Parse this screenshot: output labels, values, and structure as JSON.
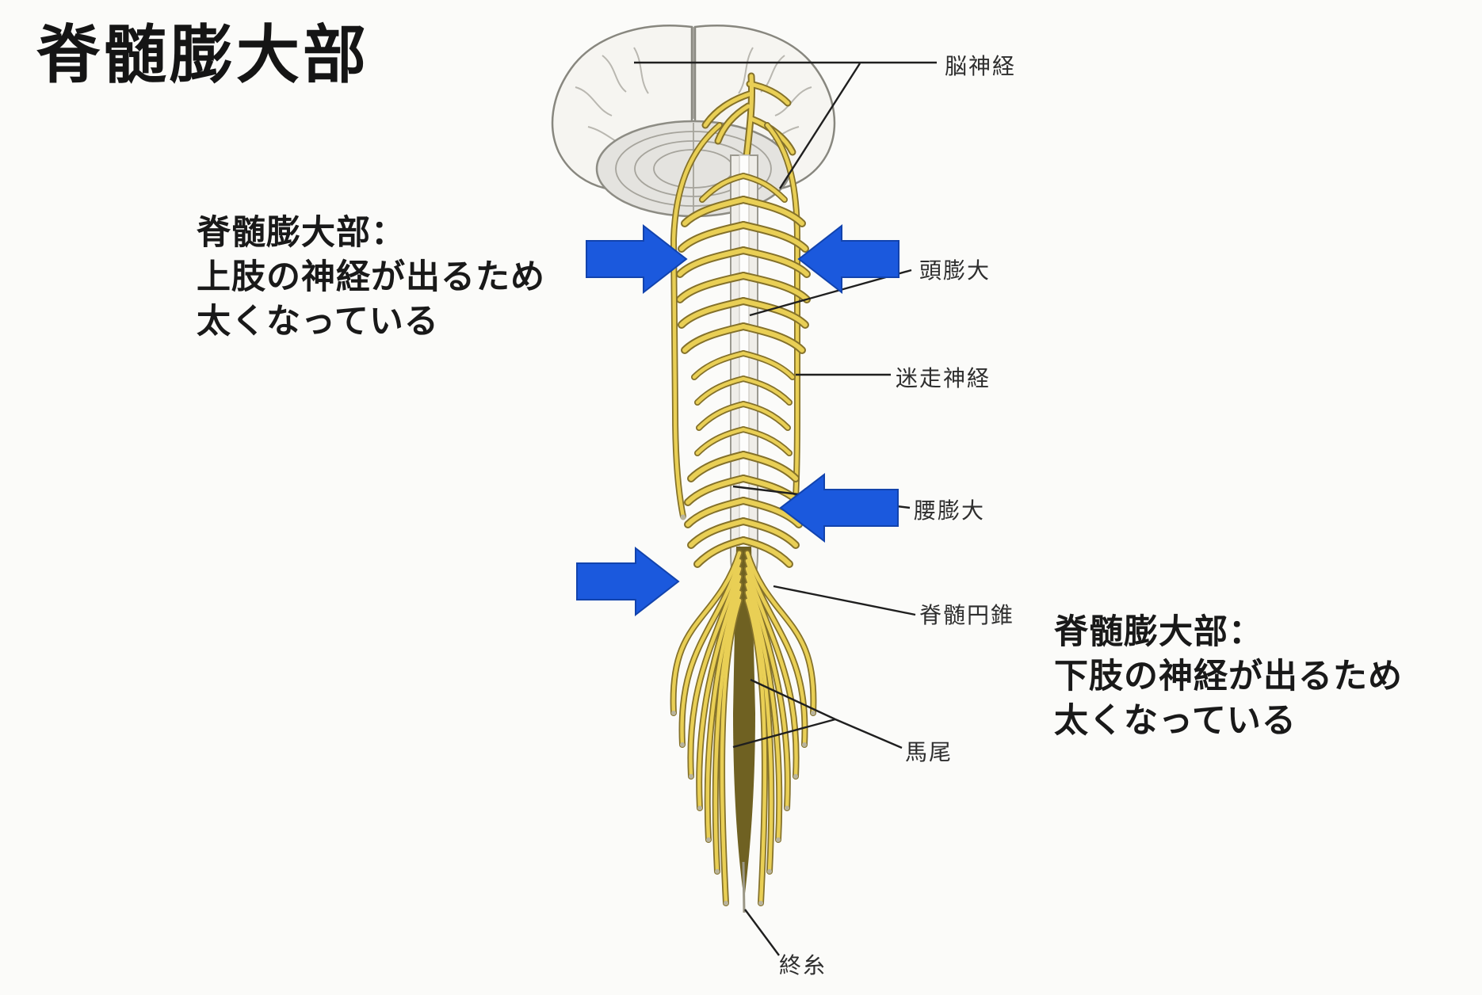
{
  "title": "脊髄膨大部",
  "notes": {
    "left": {
      "lines": [
        "脊髄膨大部：",
        "上肢の神経が出るため",
        "太くなっている"
      ]
    },
    "right": {
      "lines": [
        "脊髄膨大部：",
        "下肢の神経が出るため",
        "太くなっている"
      ]
    }
  },
  "labels": {
    "cranial_nerves": "脳神経",
    "cervical_enlargement": "頭膨大",
    "vagus_nerve": "迷走神経",
    "lumbar_enlargement": "腰膨大",
    "conus_medullaris": "脊髄円錐",
    "cauda_equina": "馬尾",
    "filum_terminale": "終糸"
  },
  "arrows": [
    {
      "name": "cervical-left",
      "direction": "right",
      "points_at": "頭膨大"
    },
    {
      "name": "cervical-right",
      "direction": "left",
      "points_at": "頭膨大"
    },
    {
      "name": "lumbar-right",
      "direction": "left",
      "points_at": "腰膨大"
    },
    {
      "name": "conus-left",
      "direction": "right",
      "points_at": "脊髄円錐"
    }
  ],
  "colors": {
    "background": "#fbfbf9",
    "arrow_blue": "#1b59dd",
    "arrow_blue_edge": "#1243ad",
    "nerve_yellow": "#e9cf55",
    "nerve_outline": "#84712a",
    "cord_gray": "#efede8",
    "brain_gray": "#e4e3df",
    "leader_line": "#1f1f1f",
    "text_black": "#191919",
    "label_gray": "#2e2e2e"
  }
}
